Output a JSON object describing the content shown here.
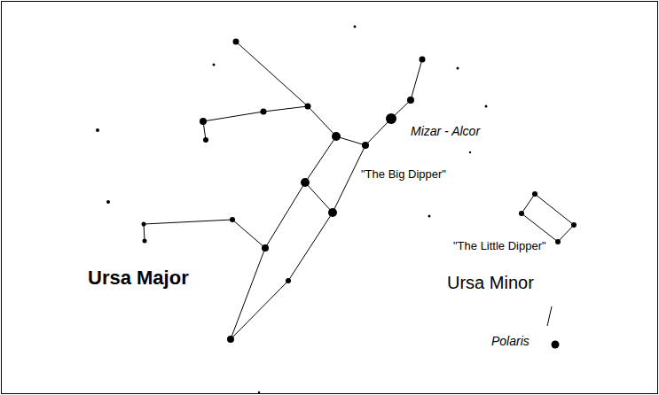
{
  "diagram": {
    "labels": [
      "Mizar - Alcor",
      "\"The Big Dipper\"",
      "Ursa Major",
      "\"The Little Dipper\"",
      "Ursa Minor",
      "Polaris"
    ]
  }
}
